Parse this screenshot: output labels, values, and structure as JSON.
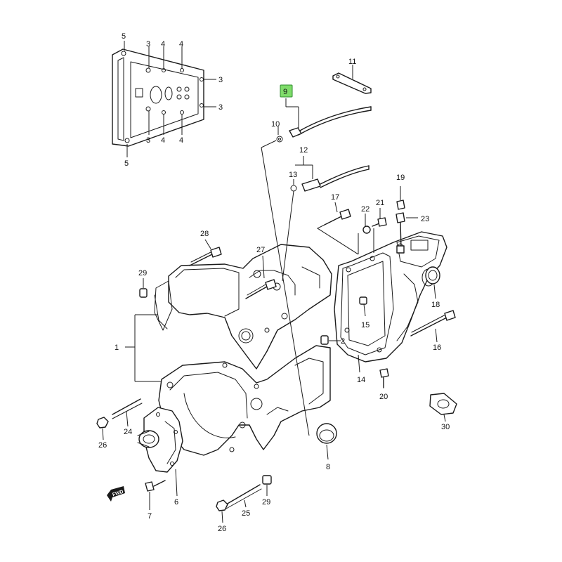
{
  "highlight": {
    "callout": "9",
    "color": "#7fdc6a"
  },
  "callouts": {
    "c1": "1",
    "c2": "2",
    "c3a": "3",
    "c3b": "3",
    "c3c": "3",
    "c3d": "3",
    "c4a": "4",
    "c4b": "4",
    "c4c": "4",
    "c4d": "4",
    "c5a": "5",
    "c5b": "5",
    "c6": "6",
    "c7": "7",
    "c8": "8",
    "c9": "9",
    "c10": "10",
    "c11": "11",
    "c12": "12",
    "c13": "13",
    "c14": "14",
    "c15": "15",
    "c16": "16",
    "c17": "17",
    "c18": "18",
    "c19": "19",
    "c20": "20",
    "c21": "21",
    "c22": "22",
    "c23": "23",
    "c24": "24",
    "c25": "25",
    "c26a": "26",
    "c26b": "26",
    "c27": "27",
    "c28": "28",
    "c29a": "29",
    "c29b": "29",
    "c30": "30"
  },
  "fwd_badge": {
    "label": "FWD"
  }
}
